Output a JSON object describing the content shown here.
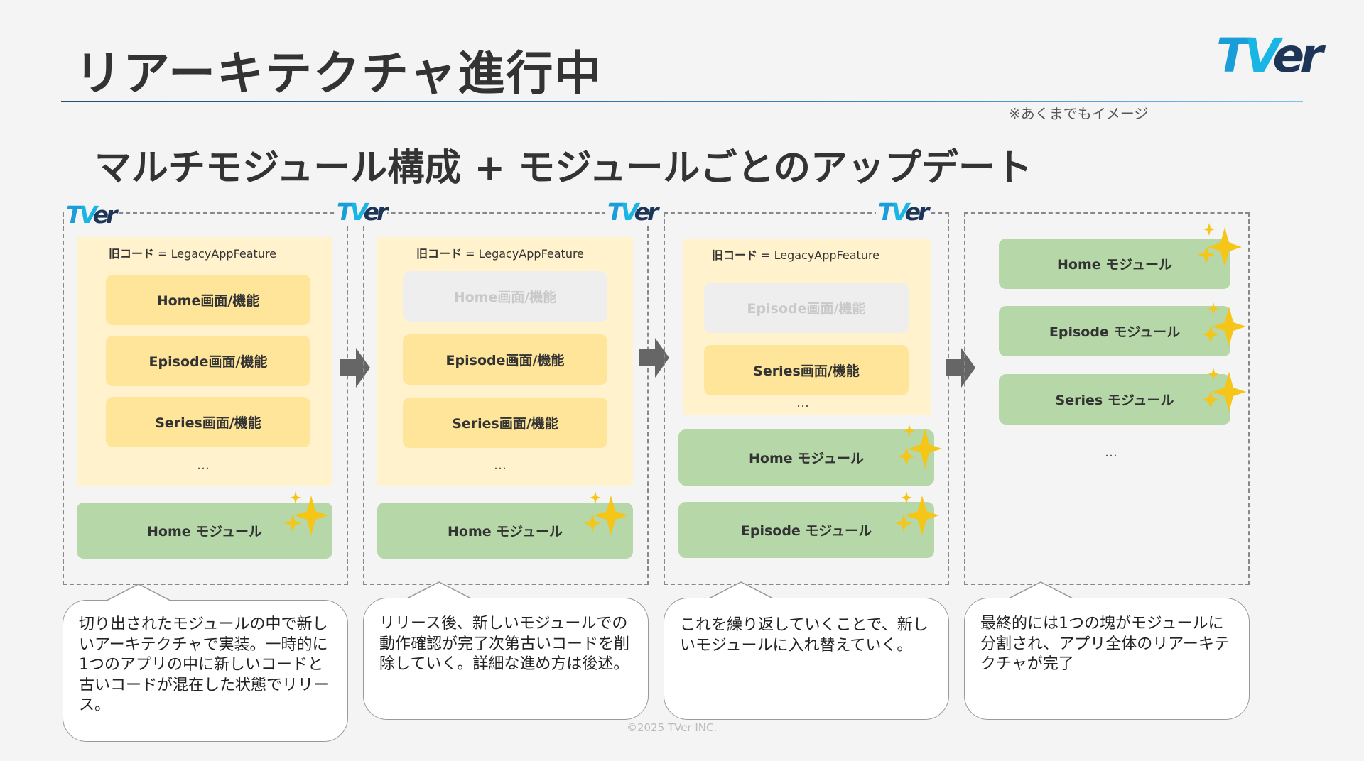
{
  "header": {
    "title": "リアーキテクチャ進行中",
    "note": "※あくまでもイメージ",
    "subtitle": "マルチモジュール構成 + モジュールごとのアップデート"
  },
  "brand": {
    "logo_t": "T",
    "logo_v": "V",
    "logo_er": "er"
  },
  "legacy": {
    "label_strong": "旧コード",
    "label_rest": "=  LegacyAppFeature"
  },
  "features": {
    "home": "Home画面/機能",
    "episode": "Episode画面/機能",
    "series": "Series画面/機能",
    "ellipsis": "…"
  },
  "modules": {
    "home": "Home モジュール",
    "episode": "Episode モジュール",
    "series": "Series モジュール"
  },
  "bubbles": [
    "切り出されたモジュールの中で新しいアーキテクチャで実装。一時的に1つのアプリの中に新しいコードと古いコードが混在した状態でリリース。",
    "リリース後、新しいモジュールでの動作確認が完了次第古いコードを削除していく。詳細な進め方は後述。",
    "これを繰り返していくことで、新しいモジュールに入れ替えていく。",
    "最終的には1つの塊がモジュールに分割され、アプリ全体のリアーキテクチャが完了"
  ],
  "footer": {
    "copyright": "©2025 TVer INC."
  },
  "colors": {
    "legacy_bg": "#fff2cc",
    "feature": "#ffe599",
    "feature_removed": "#eeeeee",
    "module": "#b6d7a8",
    "sparkle": "#f5c518",
    "arrow": "#666666",
    "accent": "#1a9ed9"
  },
  "icons": [
    "sparkle-icon",
    "right-arrow-icon",
    "tver-logo"
  ]
}
